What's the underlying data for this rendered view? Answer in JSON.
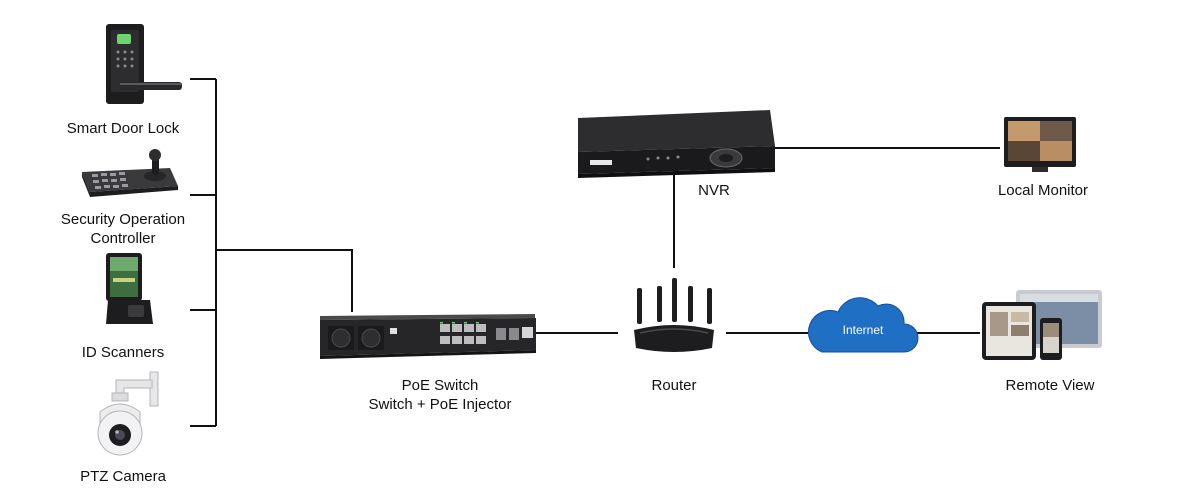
{
  "devices": {
    "door_lock": {
      "label": "Smart Door Lock"
    },
    "controller": {
      "label_line1": "Security Operation",
      "label_line2": "Controller"
    },
    "id_scanner": {
      "label": "ID Scanners"
    },
    "ptz_camera": {
      "label": "PTZ Camera"
    },
    "poe_switch": {
      "label_line1": "PoE Switch",
      "label_line2": "Switch + PoE Injector"
    },
    "router": {
      "label": "Router"
    },
    "nvr": {
      "label": "NVR"
    },
    "local_monitor": {
      "label": "Local Monitor"
    },
    "internet": {
      "label": "Internet"
    },
    "remote_view": {
      "label": "Remote View"
    }
  },
  "colors": {
    "line": "#111111",
    "cloud": "#1f6fc4",
    "device_dark": "#1d1d1f",
    "device_mid": "#3a3a3d",
    "port_led": "#6fd36f"
  }
}
